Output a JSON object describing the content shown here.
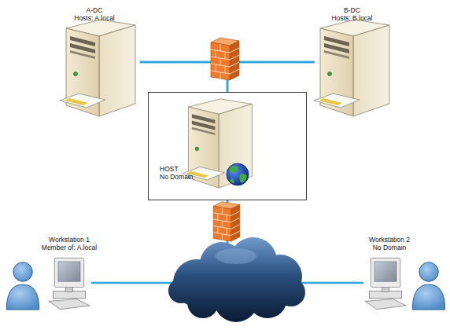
{
  "diagram": {
    "nodes": [
      {
        "text": [
          "A-DC",
          "Hosts: A.local"
        ]
      },
      {
        "text": [
          "B-DC",
          "Hosts: B.local"
        ]
      },
      {
        "text": [
          "HOST",
          "No Domain"
        ]
      },
      {
        "text": [
          "Workstation 1",
          "Member of: A.local"
        ]
      },
      {
        "text": [
          "Workstation 2",
          "No Domain"
        ]
      }
    ],
    "edges": [
      {
        "from": 0,
        "to": 1,
        "arrow": "none"
      },
      {
        "from": 0,
        "to": 2,
        "arrow": "none"
      },
      {
        "from": 1,
        "to": 2,
        "arrow": "none"
      },
      {
        "from": 2,
        "to": 3,
        "arrow": "none"
      },
      {
        "from": 2,
        "to": 4,
        "arrow": "none"
      }
    ]
  }
}
